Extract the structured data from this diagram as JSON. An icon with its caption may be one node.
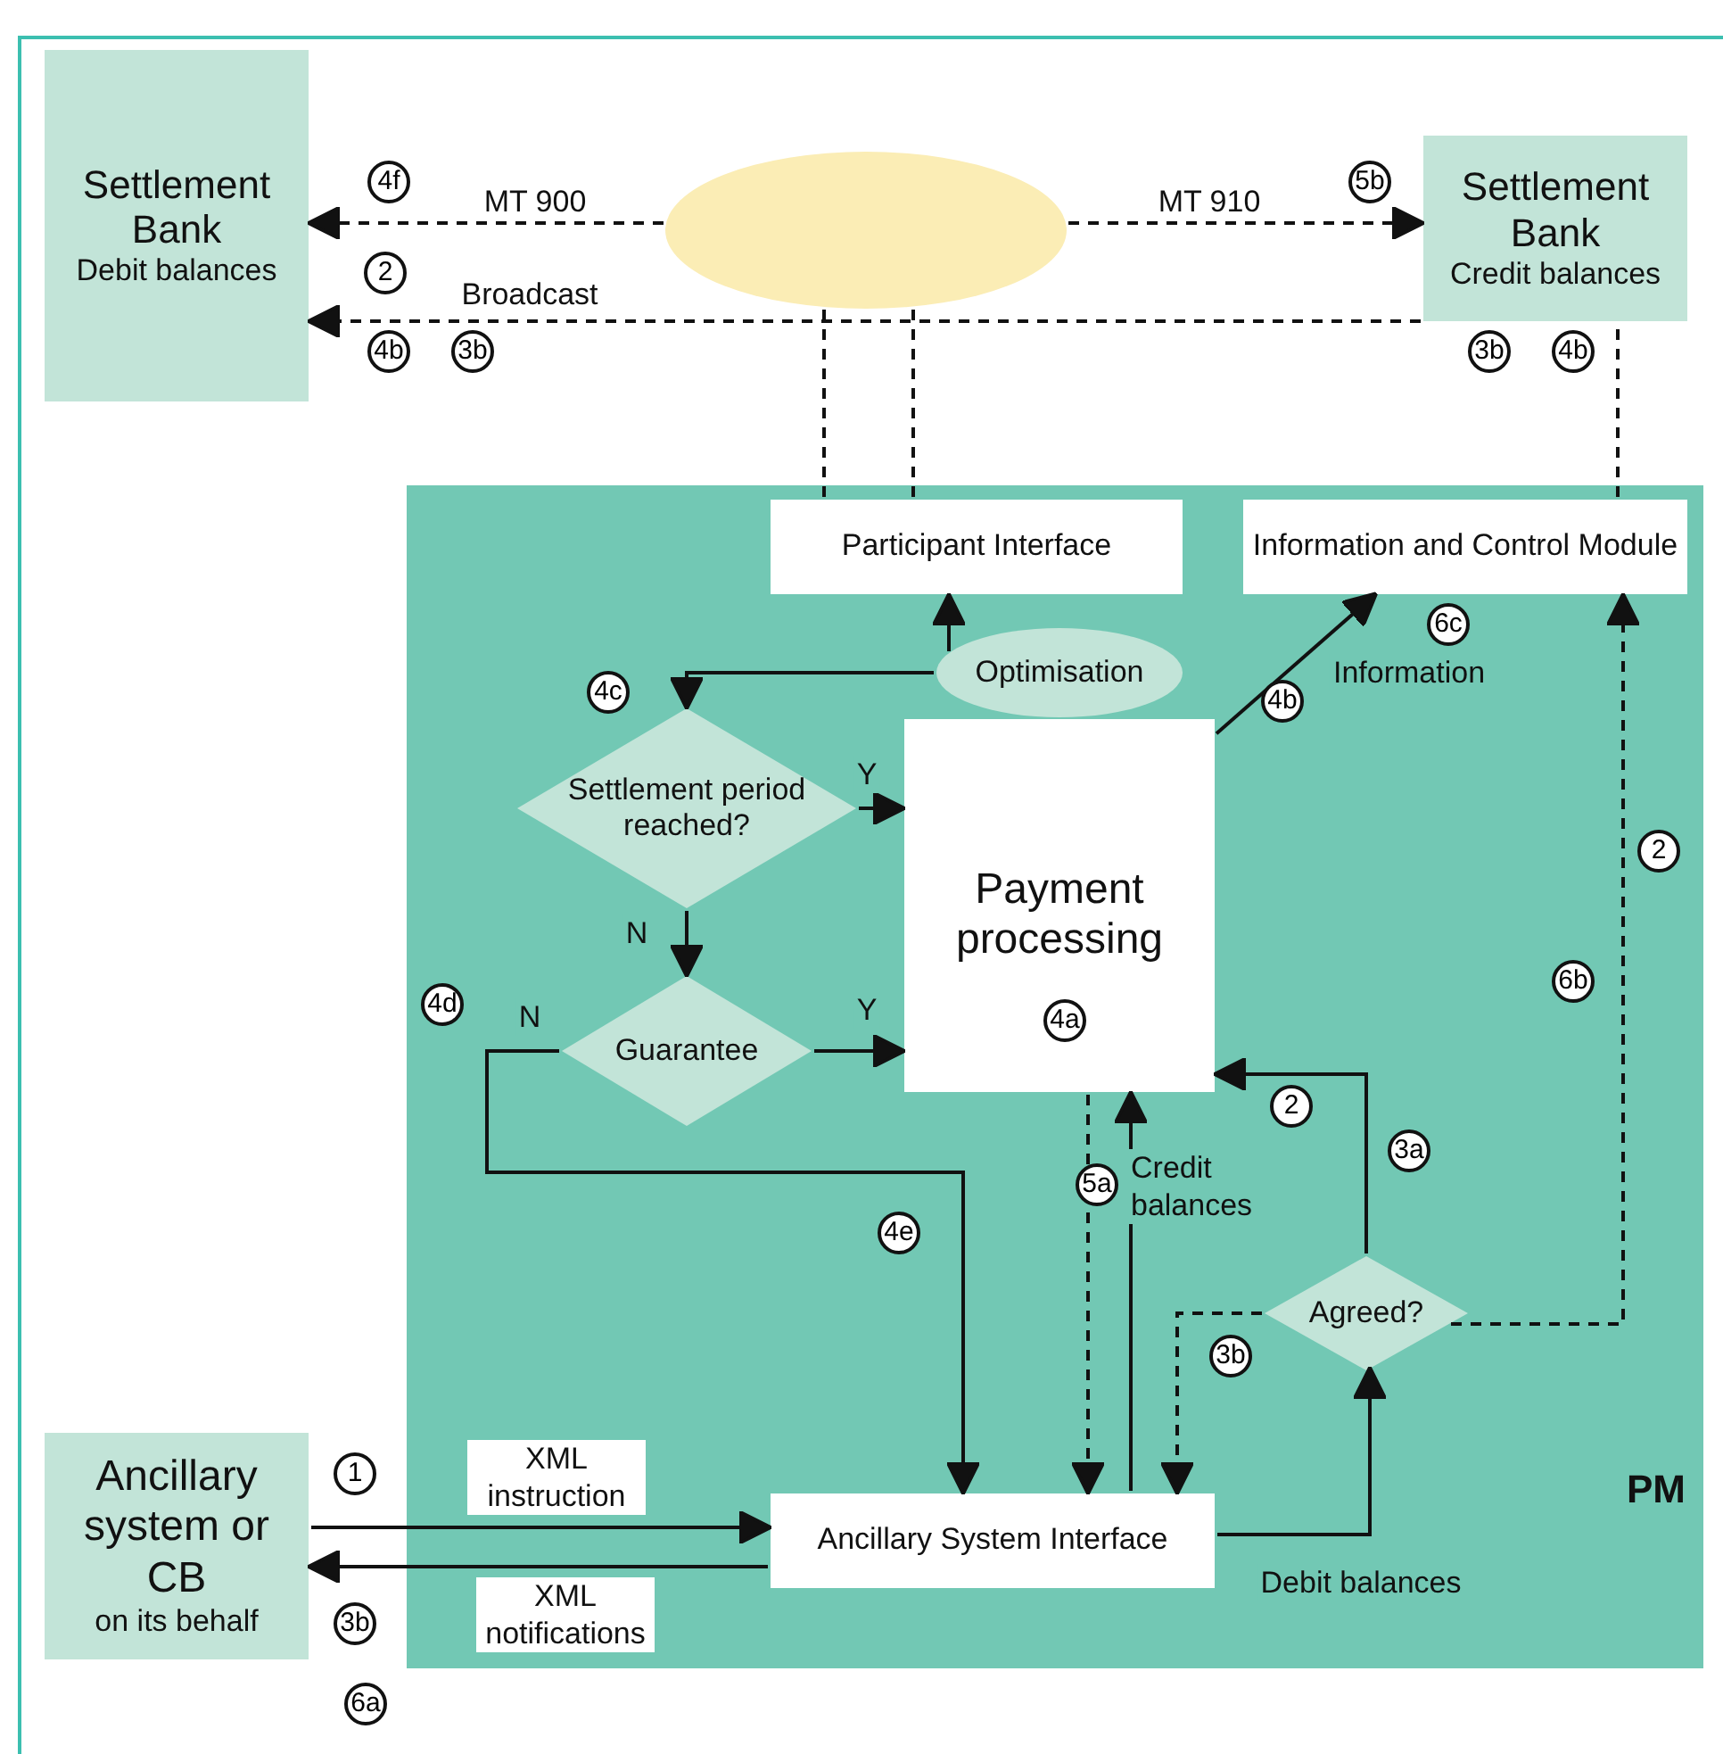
{
  "diagram": {
    "nodes": [
      {
        "text": [
          "Settlement Bank",
          "Debit balances"
        ]
      },
      {
        "text": [],
        "shape": "ellipse"
      },
      {
        "text": [
          "Settlement Bank",
          "Credit balances"
        ]
      },
      {
        "text": [
          "PM"
        ]
      },
      {
        "text": [
          "Participant Interface"
        ],
        "in": 3
      },
      {
        "text": [
          "Information and Control Module"
        ],
        "in": 3
      },
      {
        "text": [
          "Optimisation"
        ],
        "in": 3
      },
      {
        "text": [
          "Payment processing"
        ],
        "in": 3
      },
      {
        "text": [
          "Settlement period reached?"
        ],
        "in": 3
      },
      {
        "text": [
          "Guarantee"
        ],
        "in": 3
      },
      {
        "text": [
          "Agreed?"
        ],
        "in": 3
      },
      {
        "text": [
          "Ancillary System Interface"
        ],
        "in": 3
      },
      {
        "text": [
          "Ancillary system or CB",
          "on its behalf"
        ]
      }
    ],
    "edges": [
      {
        "from": 4,
        "to": 1,
        "arrow": "none",
        "style": "dashed"
      },
      {
        "from": 4,
        "to": 1,
        "arrow": "none",
        "style": "dashed"
      },
      {
        "from": 1,
        "to": 0,
        "arrow": "to",
        "label": "MT 900",
        "style": "dashed"
      },
      {
        "from": 1,
        "to": 2,
        "arrow": "to",
        "label": "MT 910",
        "style": "dashed"
      },
      {
        "from": 2,
        "to": 0,
        "arrow": "to",
        "label": "Broadcast",
        "style": "dashed"
      },
      {
        "from": 5,
        "to": 2,
        "arrow": "none",
        "style": "dashed"
      },
      {
        "from": 6,
        "to": 4,
        "arrow": "to"
      },
      {
        "from": 6,
        "to": 8,
        "arrow": "to"
      },
      {
        "from": 8,
        "to": 7,
        "arrow": "to",
        "label": "Y"
      },
      {
        "from": 8,
        "to": 9,
        "arrow": "to",
        "label": "N"
      },
      {
        "from": 9,
        "to": 7,
        "arrow": "to",
        "label": "Y"
      },
      {
        "from": 9,
        "to": 11,
        "arrow": "to",
        "label": "N"
      },
      {
        "from": 7,
        "to": 11,
        "arrow": "to",
        "style": "dashed"
      },
      {
        "from": 11,
        "to": 7,
        "arrow": "to",
        "label": "Credit balances"
      },
      {
        "from": 10,
        "to": 7,
        "arrow": "to"
      },
      {
        "from": 10,
        "to": 11,
        "arrow": "to",
        "style": "dashed"
      },
      {
        "from": 10,
        "to": 5,
        "arrow": "to",
        "style": "dashed"
      },
      {
        "from": 11,
        "to": 10,
        "arrow": "to",
        "label": "Debit balances"
      },
      {
        "from": 12,
        "to": 11,
        "arrow": "to",
        "label": "XML instruction"
      },
      {
        "from": 11,
        "to": 12,
        "arrow": "to",
        "label": "XML notifications"
      },
      {
        "from": 7,
        "to": 5,
        "arrow": "to",
        "label": "Information"
      }
    ],
    "labels": [
      "4f",
      "5b",
      "2",
      "4b",
      "3b",
      "3b",
      "4b",
      "6c",
      "4c",
      "4b",
      "2",
      "6b",
      "4d",
      "4a",
      "2",
      "3a",
      "5a",
      "4e",
      "3b",
      "1",
      "3b",
      "6a"
    ]
  }
}
